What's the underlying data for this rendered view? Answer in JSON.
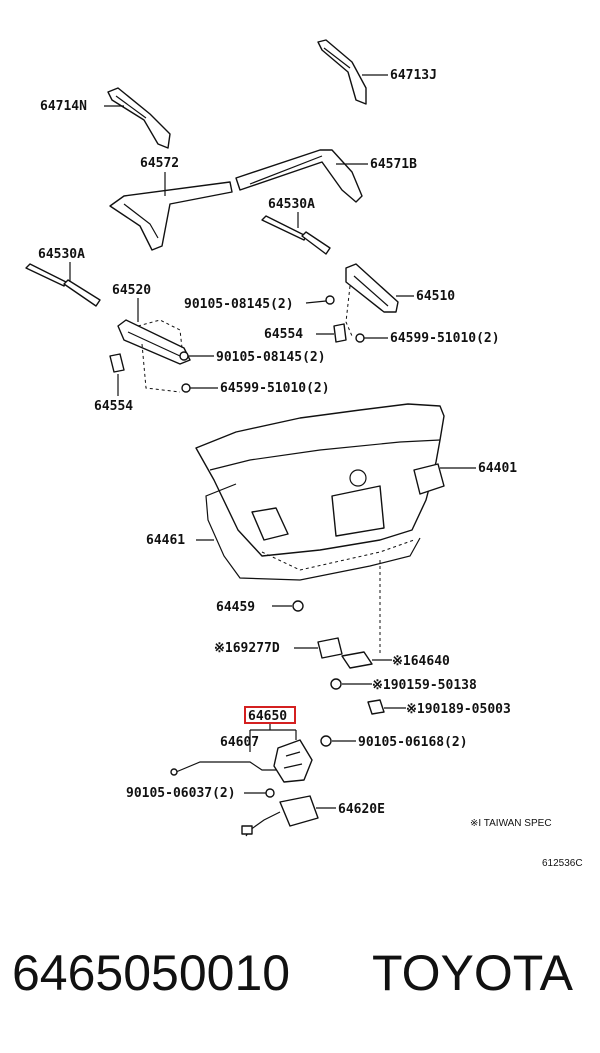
{
  "callouts": {
    "c64713J": "64713J",
    "c64714N": "64714N",
    "c64572": "64572",
    "c64571B": "64571B",
    "c64530A_right": "64530A",
    "c64530A_left": "64530A",
    "c64520": "64520",
    "c90105_08145_top": "90105-08145(2)",
    "c64510": "64510",
    "c64554_right": "64554",
    "c64599_51010_right": "64599-51010(2)",
    "c90105_08145_mid": "90105-08145(2)",
    "c64599_51010_left": "64599-51010(2)",
    "c64554_left": "64554",
    "c64401": "64401",
    "c64461": "64461",
    "c64459": "64459",
    "c169277D": "※169277D",
    "c164640": "※164640",
    "c190159_50138": "※190159-50138",
    "c190189_05003": "※190189-05003",
    "c64650": "64650",
    "c64607": "64607",
    "c90105_06168": "90105-06168(2)",
    "c90105_06037": "90105-06037(2)",
    "c64620E": "64620E"
  },
  "note": "※I TAIWAN SPEC",
  "diagram_code": "612536C",
  "footer": {
    "part_number": "6465050010",
    "brand": "TOYOTA"
  },
  "highlight_color": "#d42020"
}
